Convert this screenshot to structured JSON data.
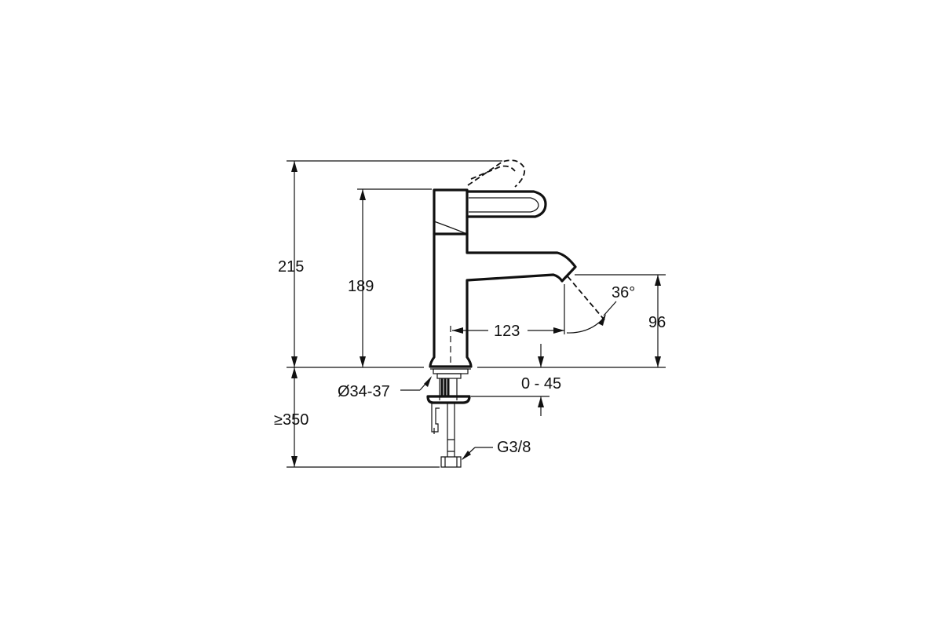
{
  "dimensions": {
    "total_height": "215",
    "body_height": "189",
    "spout_reach": "123",
    "spout_angle": "36°",
    "spout_height": "96",
    "hole_diameter": "Ø34-37",
    "deck_thickness": "0 - 45",
    "connection_length": "≥350",
    "thread": "G3/8"
  },
  "colors": {
    "line": "#111111",
    "background": "#ffffff"
  }
}
